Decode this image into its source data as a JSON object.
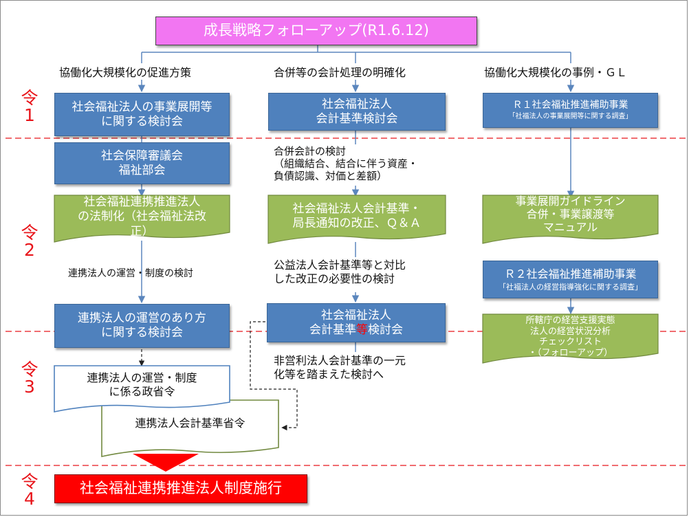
{
  "title": "成長戦略フォローアップ(R1.6.12)",
  "eras": [
    {
      "id": "r1",
      "lines": [
        "令",
        "1"
      ]
    },
    {
      "id": "r2",
      "lines": [
        "令",
        "2"
      ]
    },
    {
      "id": "r3",
      "lines": [
        "令",
        "3"
      ]
    },
    {
      "id": "r4",
      "lines": [
        "令",
        "4"
      ]
    }
  ],
  "columns": {
    "left": "協働化大規模化の促進方策",
    "center": "合併等の会計処理の明確化",
    "right": "協働化大規模化の事例・ＧＬ"
  },
  "left": {
    "r1_box": "社会福祉法人の事業展開等\nに関する検討会",
    "council": "社会保障審議会\n福祉部会",
    "law": "社会福祉連携推進法人\nの法制化（社会福祉法改\n正）",
    "consider_text": "連携法人の運営・制度の検討",
    "meeting": "連携法人の運営のあり方\nに関する検討会",
    "ordinance": "連携法人の運営・制度\nに係る政省令",
    "accounting_ordinance": "連携法人会計基準省令"
  },
  "center": {
    "r1_box": "社会福祉法人\n会計基準検討会",
    "merger_text": "合併会計の検討\n（組織結合、結合に伴う資産・\n負債認識、対価と差額）",
    "revision": "社会福祉法人会計基準・\n局長通知の改正、Ｑ＆Ａ",
    "compare_text": "公益法人会計基準等と対比\nした改正の必要性の検討",
    "meeting2_line1": "社会福祉法人",
    "meeting2_line2_a": "会計基準",
    "meeting2_line2_b": "等",
    "meeting2_line2_c": "検討会",
    "nonprofit_text": "非営利法人会計基準の一元\n化等を踏まえた検討へ"
  },
  "right": {
    "r1_box_title": "Ｒ１社会福祉推進補助事業",
    "r1_box_sub": "「社福法人の事業展開等に関する調査」",
    "guideline": "事業展開ガイドライン\n合併・事業譲渡等\nマニュアル",
    "r2_box_title": "Ｒ２社会福祉推進補助事業",
    "r2_box_sub": "「社福法人の経営指導強化に関する調査」",
    "survey": "所轄庁の経営支援実態\n法人の経営状況分析\nチェックリスト\n・（フォローアップ）"
  },
  "final": "社会福祉連携推進法人制度施行",
  "colors": {
    "blue": "#4f81bd",
    "green": "#9bbb59",
    "pink": "#f276f2",
    "red": "#ff0000",
    "divider": "#e8141a"
  }
}
